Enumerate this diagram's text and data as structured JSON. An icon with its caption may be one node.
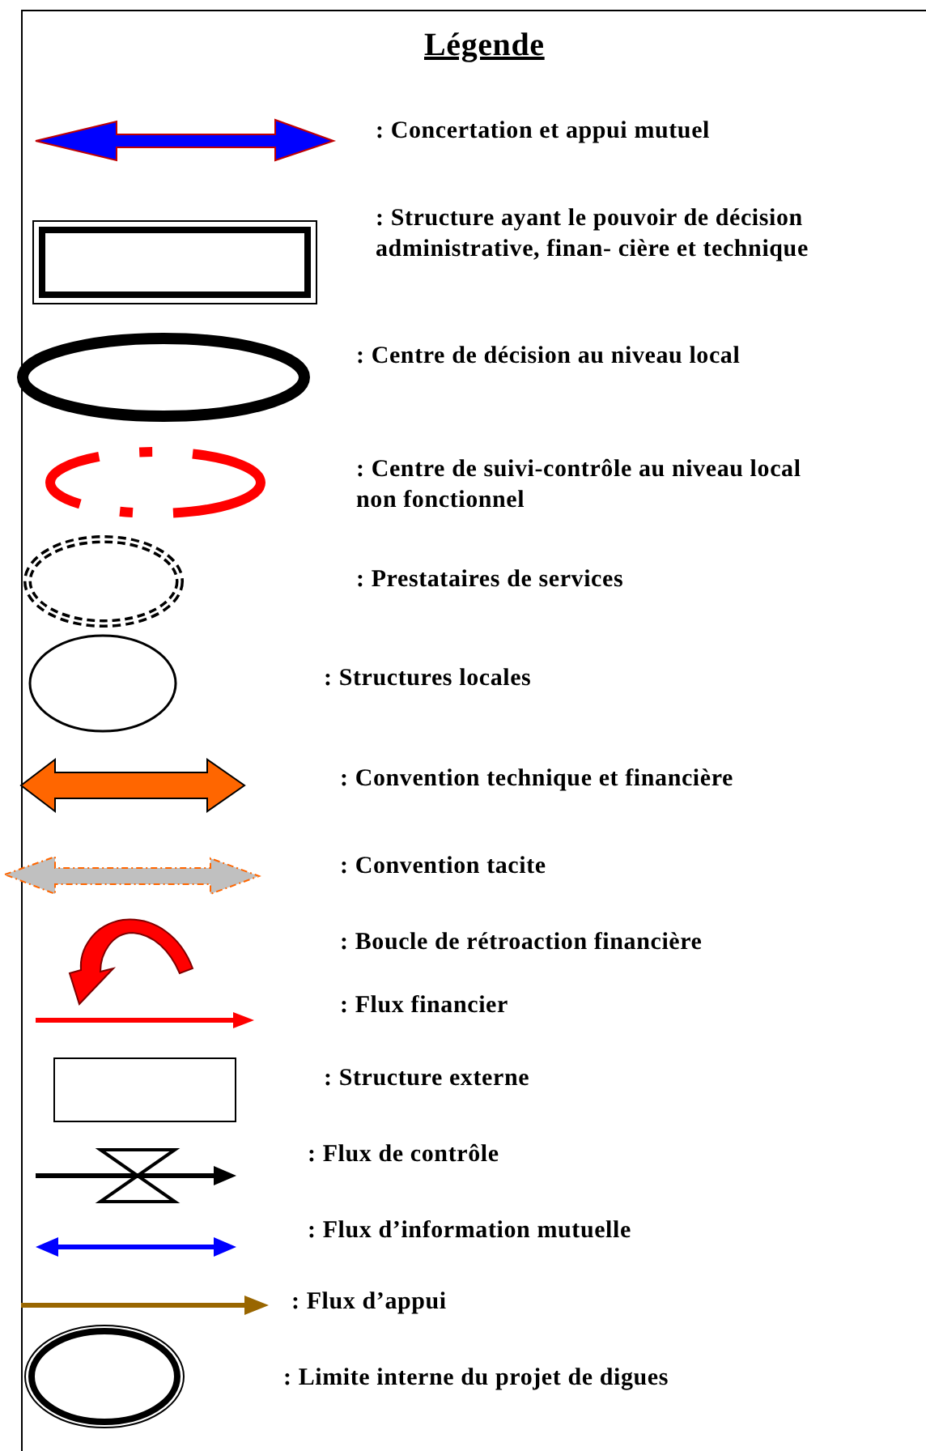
{
  "diagram": {
    "title": "Légende",
    "legend": [
      {
        "text": ": Concertation et appui mutuel"
      },
      {
        "text": ": Structure ayant le pouvoir de décision administrative, finan- cière et technique"
      },
      {
        "text": ": Centre de décision au niveau local"
      },
      {
        "text": ": Centre de suivi-contrôle au niveau local non fonctionnel"
      },
      {
        "text": ": Prestataires de services"
      },
      {
        "text": ": Structures locales"
      },
      {
        "text": ": Convention technique et financière"
      },
      {
        "text": ": Convention tacite"
      },
      {
        "text": ": Boucle de rétroaction financière"
      },
      {
        "text": ": Flux financier"
      },
      {
        "text": ": Structure externe"
      },
      {
        "text": ": Flux de contrôle"
      },
      {
        "text": ": Flux d’information mutuelle"
      },
      {
        "text": ": Flux d’appui"
      },
      {
        "text": ": Limite interne du projet de digues"
      }
    ]
  }
}
